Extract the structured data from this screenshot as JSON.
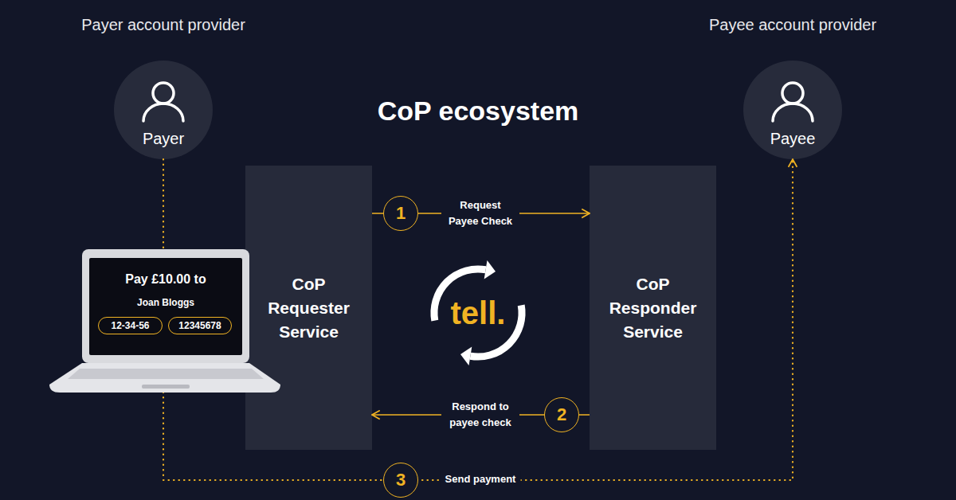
{
  "diagram": {
    "title": "CoP ecosystem",
    "nodes": [
      {
        "text": [
          "Payer"
        ]
      },
      {
        "text": [
          "Payee"
        ]
      },
      {
        "text": [
          "Pay £10.00 to",
          "Joan Bloggs"
        ]
      },
      {
        "text": [
          "12-34-56"
        ],
        "in": 2
      },
      {
        "text": [
          "12345678"
        ],
        "in": 2
      },
      {
        "text": [
          "CoP Requester Service"
        ]
      },
      {
        "text": [
          "tell."
        ]
      },
      {
        "text": [
          "CoP Responder Service"
        ]
      }
    ],
    "edges": [
      {
        "from": 5,
        "to": 7,
        "arrow": "to",
        "label": "Request Payee Check"
      },
      {
        "from": 7,
        "to": 5,
        "arrow": "to",
        "label": "Respond to payee check"
      },
      {
        "from": 0,
        "to": 1,
        "arrow": "to",
        "label": "Send payment"
      }
    ],
    "labels": [
      "Payer account provider",
      "Payee account provider",
      "1",
      "2",
      "3"
    ]
  }
}
